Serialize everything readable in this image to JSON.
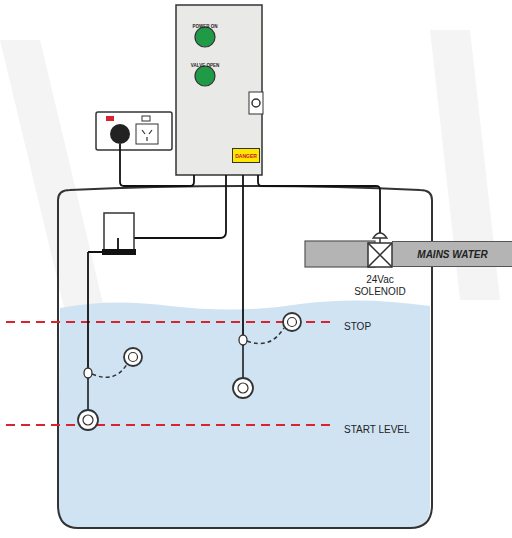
{
  "diagram": {
    "nodes": [
      {
        "text": [
          "DANGER"
        ]
      },
      {
        "text": [
          "MAINS WATER"
        ]
      }
    ],
    "labels": [
      "POWER ON",
      "VALVE OPEN",
      "STOP",
      "START LEVEL",
      "24Vac SOLENOID"
    ]
  }
}
